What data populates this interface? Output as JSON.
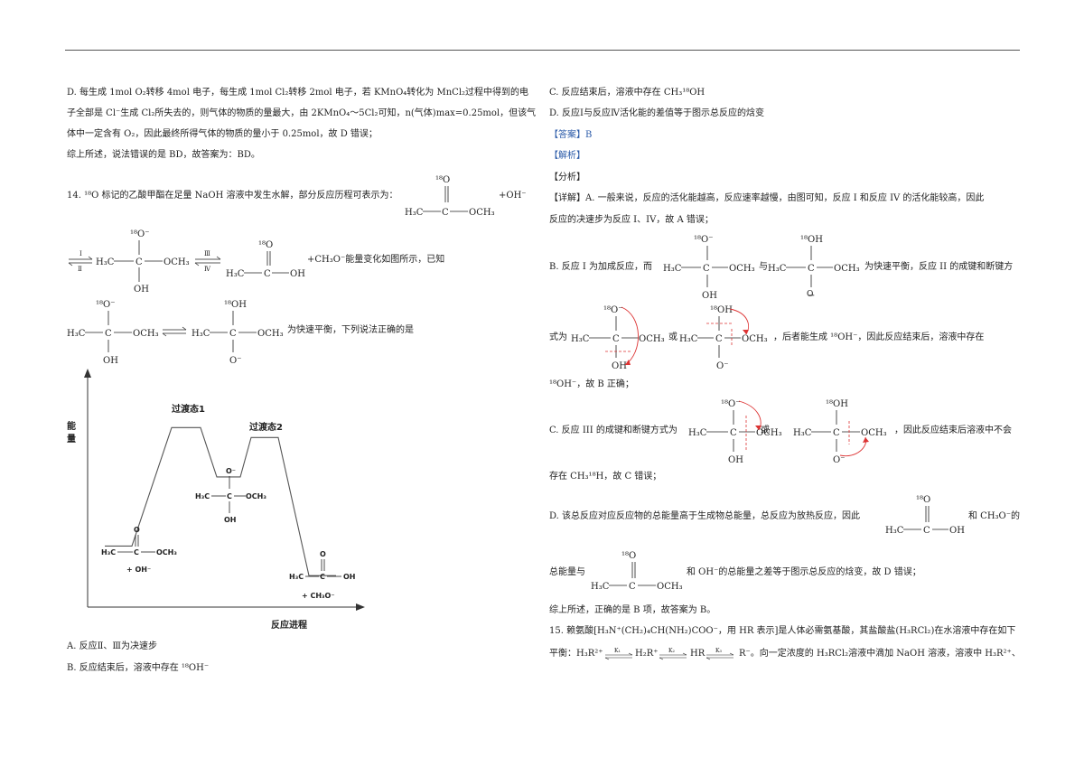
{
  "left": {
    "q13_d_lines": [
      "D. 每生成 1mol O₂转移 4mol 电子，每生成 1mol Cl₂转移 2mol 电子，若 KMnO₄转化为 MnCl₂过程中得到的电",
      "子全部是 Cl⁻生成 Cl₂所失去的，则气体的物质的量最大，由 2KMnO₄～5Cl₂可知，n(气体)max=0.25mol，但该气",
      "体中一定含有 O₂，因此最终所得气体的物质的量小于 0.25mol，故 D 错误；",
      "综上所述，说法错误的是 BD，故答案为：BD。"
    ],
    "q14_intro": "14. ¹⁸O 标记的乙酸甲酯在足量 NaOH 溶液中发生水解，部分反应历程可表示为：",
    "q14_plus_oh": "+OH⁻",
    "q14_plus_ch3o": "+CH₃O⁻能量变化如图所示，已知",
    "q14_fast_eq": "为快速平衡，下列说法正确的是",
    "arrow_labels": [
      "Ⅰ",
      "Ⅱ",
      "Ⅲ",
      "Ⅳ"
    ],
    "options": [
      "A.  反应Ⅱ、Ⅲ为决速步",
      "B.  反应结束后，溶液中存在 ¹⁸OH⁻"
    ]
  },
  "chem": {
    "h3c": "H₃C",
    "c": "C",
    "och3": "OCH₃",
    "oh": "OH",
    "o18": "¹⁸O",
    "o18m": "¹⁸O⁻",
    "oh18": "¹⁸OH",
    "om": "O⁻",
    "o": "O",
    "minus": "−"
  },
  "chart_data": {
    "type": "diagram",
    "ylabel": "能量",
    "xlabel": "反应进程",
    "annotations": [
      "过渡态1",
      "过渡态2"
    ],
    "levels": [
      {
        "label": "reactants",
        "energy": 3
      },
      {
        "label": "过渡态1",
        "energy": 9
      },
      {
        "label": "intermediate",
        "energy": 6.5
      },
      {
        "label": "过渡态2",
        "energy": 8.5
      },
      {
        "label": "products",
        "energy": 1.5
      }
    ],
    "reactant_plus": "+ OH⁻",
    "product_plus": "+ CH₃O⁻"
  },
  "right": {
    "optC": "C.  反应结束后，溶液中存在 CH₃¹⁸OH",
    "optD": "D.  反应Ⅰ与反应Ⅳ活化能的差值等于图示总反应的焓变",
    "answer": "【答案】B",
    "jiexi": "【解析】",
    "fenxi": "【分析】",
    "a_lines": [
      "【详解】A. 一般来说，反应的活化能越高，反应速率越慢，由图可知，反应 I 和反应 IV 的活化能较高，因此",
      "反应的决速步为反应 I、IV，故 A 错误；"
    ],
    "b_text1": "B. 反应 I 为加成反应，而",
    "b_text_and": "与",
    "b_text2": "为快速平衡，反应 II 的成键和断键方",
    "b_text3": "式为",
    "b_or": "或",
    "b_text4": "，后者能生成 ¹⁸OH⁻，因此反应结束后，溶液中存在",
    "b_text5": "¹⁸OH⁻，故 B 正确；",
    "c_text1": "C. 反应 III 的成键和断键方式为",
    "c_or": "或",
    "c_text2": "，因此反应结束后溶液中不会",
    "c_text3": "存在 CH₃¹⁸H，故 C 错误；",
    "d_text1": "D. 该总反应对应反应物的总能量高于生成物总能量，总反应为放热反应，因此",
    "d_text2": "和 CH₃O⁻的",
    "d_text3": "总能量与",
    "d_text4": "和 OH⁻的总能量之差等于图示总反应的焓变，故 D 错误；",
    "summary": "综上所述，正确的是 B 项，故答案为 B。",
    "q15_line1": "15. 赖氨酸[H₃N⁺(CH₂)₄CH(NH₂)COO⁻，用 HR 表示]是人体必需氨基酸，其盐酸盐(H₃RCl₂)在水溶液中存在如下",
    "q15_line2a": "平衡：H₃R²⁺",
    "q15_line2b": "H₂R⁺",
    "q15_line2c": "HR",
    "q15_line2d": "R⁻。向一定浓度的 H₃RCl₂溶液中滴加 NaOH 溶液，溶液中 H₃R²⁺、",
    "k_labels": [
      "K₁",
      "K₂",
      "K₃"
    ]
  }
}
